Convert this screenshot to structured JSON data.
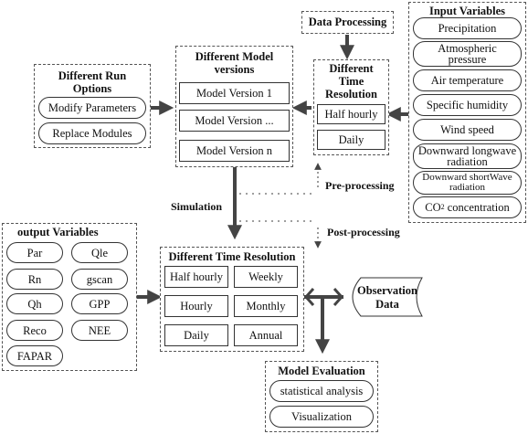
{
  "data_processing": {
    "label": "Data Processing"
  },
  "input_variables": {
    "title": "Input Variables",
    "items": [
      "Precipitation",
      "Atmospheric pressure",
      "Air temperature",
      "Specific humidity",
      "Wind speed",
      "Downward longwave radiation",
      "Downward shortWave radiation",
      "CO"
    ],
    "co2_subscript": "2",
    "co2_suffix": " concentration"
  },
  "time_resolution_top": {
    "title": "Different Time Resolution",
    "items": [
      "Half hourly",
      "Daily"
    ]
  },
  "model_versions": {
    "title": "Different Model versions",
    "items": [
      "Model Version 1",
      "Model Version ...",
      "Model Version n"
    ]
  },
  "run_options": {
    "title": "Different Run Options",
    "items": [
      "Modify Parameters",
      "Replace Modules"
    ]
  },
  "labels": {
    "simulation": "Simulation",
    "pre_processing": "Pre-processing",
    "post_processing": "Post-processing"
  },
  "output_variables": {
    "title": "output Variables",
    "items": [
      "Par",
      "Qle",
      "Rn",
      "gscan",
      "Qh",
      "GPP",
      "Reco",
      "NEE",
      "FAPAR"
    ]
  },
  "time_resolution_bottom": {
    "title": "Different Time Resolution",
    "items": [
      "Half hourly",
      "Weekly",
      "Hourly",
      "Monthly",
      "Daily",
      "Annual"
    ]
  },
  "observation": {
    "label": "Observation Data"
  },
  "evaluation": {
    "title": "Model Evaluation",
    "items": [
      "statistical analysis",
      "Visualization"
    ]
  }
}
